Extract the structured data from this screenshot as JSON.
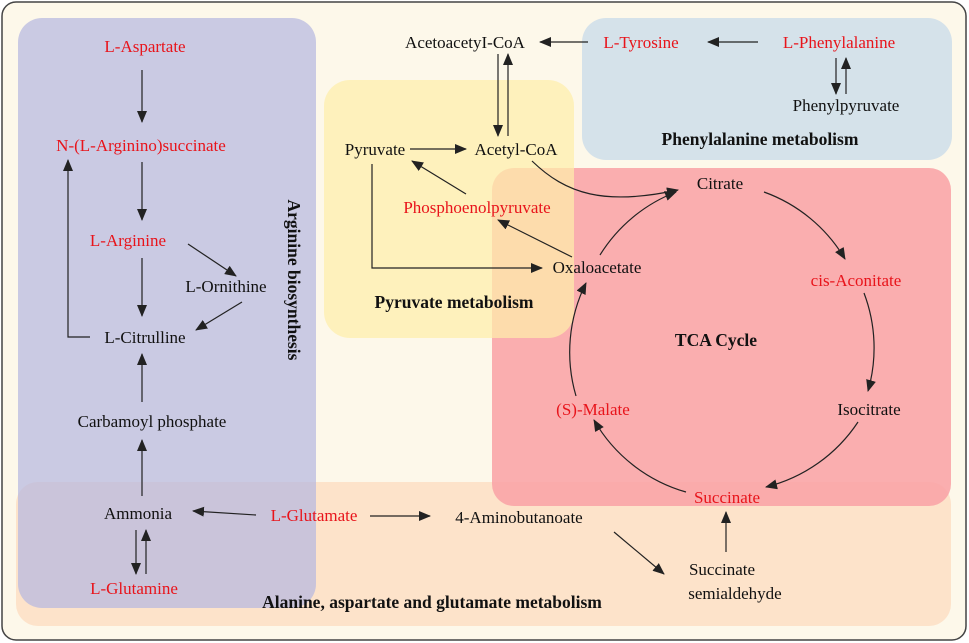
{
  "colors": {
    "highlight": "#e8141b",
    "normal": "#111111",
    "frame_bg": "#fdf8ea",
    "arginine_region": "#c6c9e6",
    "pyruvate_region": "#fdeeaa",
    "phenylalanine_region": "#d3e0ea",
    "tca_region": "#f9a3a6",
    "alanine_region": "#fde0c6"
  },
  "regions": {
    "arginine": "Arginine biosynthesis",
    "pyruvate": "Pyruvate metabolism",
    "phenylalanine": "Phenylalanine metabolism",
    "tca": "TCA Cycle",
    "alanine": "Alanine, aspartate and glutamate metabolism"
  },
  "metabolites": {
    "l_aspartate": {
      "label": "L-Aspartate",
      "highlighted": true
    },
    "n_arginino_succinate": {
      "label": "N-(L-Arginino)succinate",
      "highlighted": true
    },
    "l_arginine": {
      "label": "L-Arginine",
      "highlighted": true
    },
    "l_ornithine": {
      "label": "L-Ornithine",
      "highlighted": false
    },
    "l_citrulline": {
      "label": "L-Citrulline",
      "highlighted": false
    },
    "carbamoyl_phosphate": {
      "label": "Carbamoyl phosphate",
      "highlighted": false
    },
    "ammonia": {
      "label": "Ammonia",
      "highlighted": false
    },
    "l_glutamine": {
      "label": "L-Glutamine",
      "highlighted": true
    },
    "l_glutamate": {
      "label": "L-Glutamate",
      "highlighted": true
    },
    "aminobutanoate": {
      "label": "4-Aminobutanoate",
      "highlighted": false
    },
    "succinate_semialdehyde_1": {
      "label": "Succinate",
      "highlighted": false
    },
    "succinate_semialdehyde_2": {
      "label": "semialdehyde",
      "highlighted": false
    },
    "acetoacetyl_coa": {
      "label": "AcetoacetyI-CoA",
      "highlighted": false
    },
    "l_tyrosine": {
      "label": "L-Tyrosine",
      "highlighted": true
    },
    "l_phenylalanine": {
      "label": "L-Phenylalanine",
      "highlighted": true
    },
    "phenylpyruvate": {
      "label": "Phenylpyruvate",
      "highlighted": false
    },
    "pyruvate": {
      "label": "Pyruvate",
      "highlighted": false
    },
    "acetyl_coa": {
      "label": "Acetyl-CoA",
      "highlighted": false
    },
    "phosphoenolpyruvate": {
      "label": "Phosphoenolpyruvate",
      "highlighted": true
    },
    "oxaloacetate": {
      "label": "Oxaloacetate",
      "highlighted": false
    },
    "citrate": {
      "label": "Citrate",
      "highlighted": false
    },
    "cis_aconitate": {
      "label": "cis-Aconitate",
      "highlighted": true
    },
    "isocitrate": {
      "label": "Isocitrate",
      "highlighted": false
    },
    "succinate": {
      "label": "Succinate",
      "highlighted": true
    },
    "s_malate": {
      "label": "(S)-Malate",
      "highlighted": true
    }
  }
}
